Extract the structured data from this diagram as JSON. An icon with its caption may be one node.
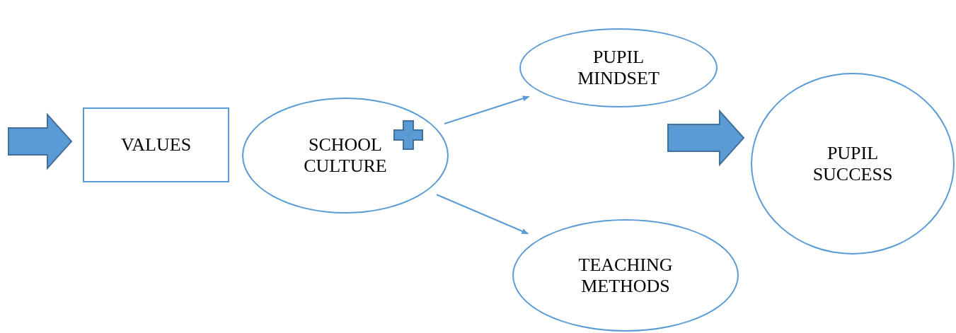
{
  "diagram": {
    "nodes": [
      {
        "text": [
          "VALUES"
        ]
      },
      {
        "text": [
          "SCHOOL CULTURE"
        ]
      },
      {
        "text": [
          "PUPIL MINDSET"
        ]
      },
      {
        "text": [
          "TEACHING METHODS"
        ]
      },
      {
        "text": [
          "PUPIL SUCCESS"
        ]
      }
    ],
    "edges": [
      {
        "from": null,
        "to": 0,
        "arrow": "to",
        "style": "thick"
      },
      {
        "from": 1,
        "to": 2,
        "arrow": "to"
      },
      {
        "from": 1,
        "to": 3,
        "arrow": "to"
      },
      {
        "from": null,
        "to": 4,
        "arrow": "to",
        "style": "thick"
      }
    ]
  }
}
